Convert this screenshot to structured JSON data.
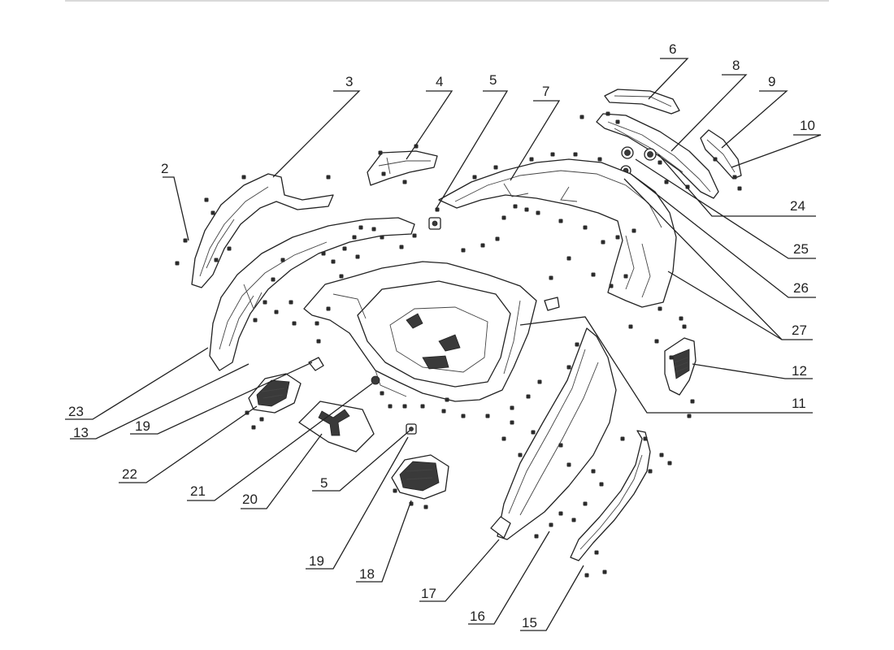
{
  "diagram": {
    "callouts": [
      {
        "id": "c2",
        "label": "2"
      },
      {
        "id": "c3",
        "label": "3"
      },
      {
        "id": "c4",
        "label": "4"
      },
      {
        "id": "c5a",
        "label": "5"
      },
      {
        "id": "c6",
        "label": "6"
      },
      {
        "id": "c7",
        "label": "7"
      },
      {
        "id": "c8",
        "label": "8"
      },
      {
        "id": "c9",
        "label": "9"
      },
      {
        "id": "c10",
        "label": "10"
      },
      {
        "id": "c24",
        "label": "24"
      },
      {
        "id": "c25",
        "label": "25"
      },
      {
        "id": "c26",
        "label": "26"
      },
      {
        "id": "c27",
        "label": "27"
      },
      {
        "id": "c12",
        "label": "12"
      },
      {
        "id": "c11",
        "label": "11"
      },
      {
        "id": "c23",
        "label": "23"
      },
      {
        "id": "c13",
        "label": "13"
      },
      {
        "id": "c19a",
        "label": "19"
      },
      {
        "id": "c22",
        "label": "22"
      },
      {
        "id": "c21",
        "label": "21"
      },
      {
        "id": "c20",
        "label": "20"
      },
      {
        "id": "c5b",
        "label": "5"
      },
      {
        "id": "c19b",
        "label": "19"
      },
      {
        "id": "c18",
        "label": "18"
      },
      {
        "id": "c17",
        "label": "17"
      },
      {
        "id": "c16",
        "label": "16"
      },
      {
        "id": "c15",
        "label": "15"
      }
    ]
  }
}
